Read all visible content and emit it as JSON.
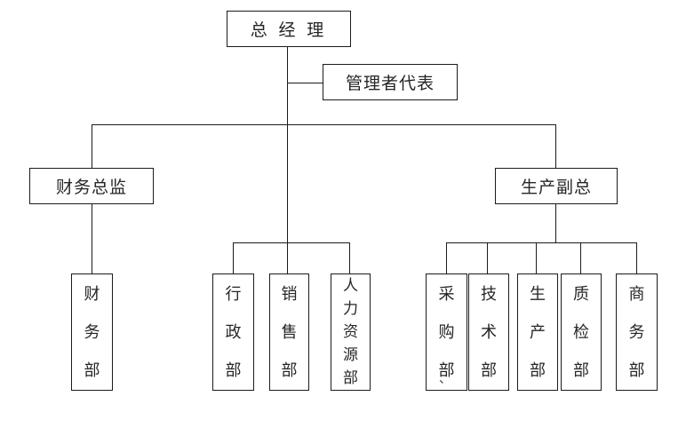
{
  "org_chart": {
    "top": {
      "general_manager": "总 经 理",
      "management_rep": "管理者代表"
    },
    "level2": {
      "finance_director": "财务总监",
      "production_vp": "生产副总"
    },
    "departments": {
      "finance": "财务部",
      "admin": "行政部",
      "sales": "销售部",
      "hr": "人力资源部",
      "purchasing": "采购部",
      "tech": "技术部",
      "production": "生产部",
      "qc": "质检部",
      "commerce": "商务部"
    },
    "stray_mark": "、",
    "colors": {
      "background": "#ffffff",
      "line": "#1b1b1b",
      "text": "#262626"
    }
  }
}
